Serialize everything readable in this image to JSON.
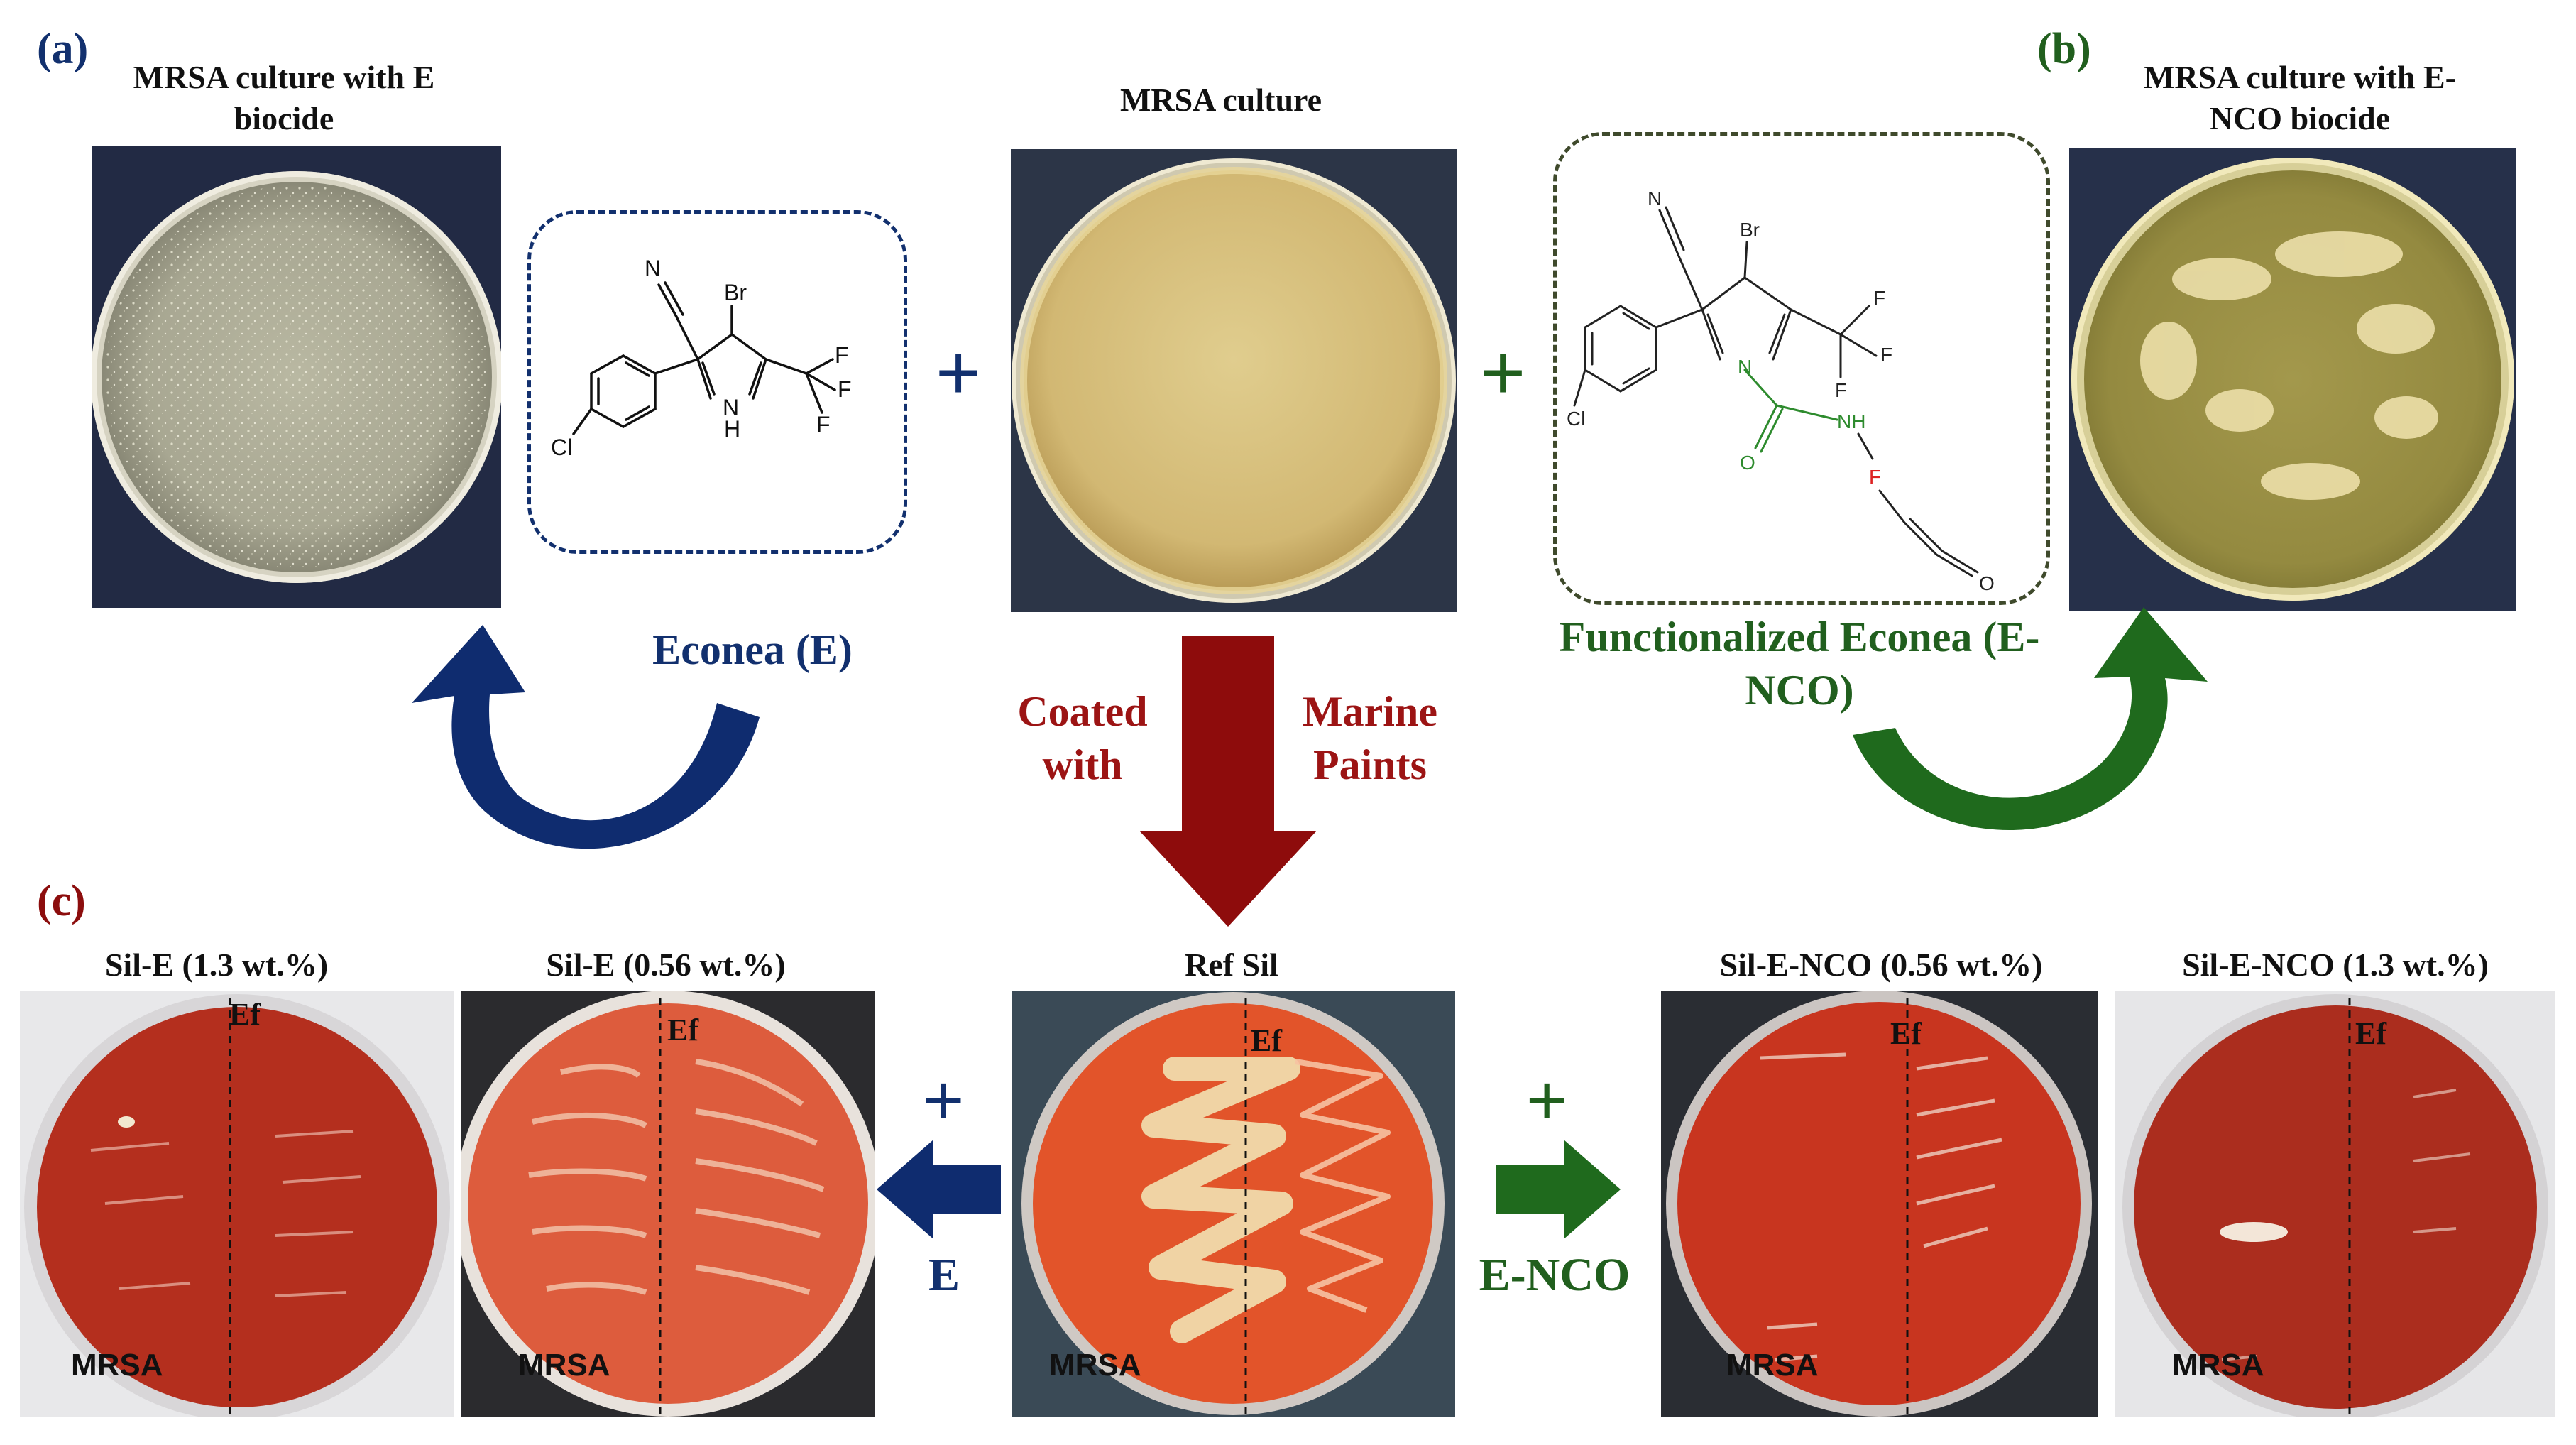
{
  "colors": {
    "navy": "#12306e",
    "green": "#215f1e",
    "darkred": "#8c0d0d",
    "agar_top": "#d9c48a",
    "agar_red": "#b8321f",
    "agar_orange": "#e2562e"
  },
  "panels": {
    "a_label": "(a)",
    "b_label": "(b)",
    "c_label": "(c)"
  },
  "top": {
    "e_biocide_caption": "MRSA culture with E biocide",
    "center_caption": "MRSA culture",
    "enco_caption": "MRSA culture with E-NCO biocide",
    "econea_label": "Econea (E)",
    "functionalized_label": "Functionalized Econea (E-NCO)",
    "plus": "+"
  },
  "structures": {
    "econea": {
      "N": "N",
      "Br": "Br",
      "NH": "N",
      "H": "H",
      "F1": "F",
      "F2": "F",
      "F3": "F",
      "Cl": "Cl"
    },
    "enco": {
      "N": "N",
      "Br": "Br",
      "F1": "F",
      "F2": "F",
      "F3": "F",
      "Cl": "Cl",
      "ring_N": "N",
      "O1": "O",
      "NH": "NH",
      "linker_F": "F",
      "O2": "O"
    }
  },
  "middle": {
    "coated": "Coated with",
    "marine": "Marine Paints"
  },
  "bottom": {
    "plates": [
      {
        "caption": "Sil-E (1.3 wt.%)",
        "ef": "Ef",
        "mrsa": "MRSA"
      },
      {
        "caption": "Sil-E (0.56 wt.%)",
        "ef": "Ef",
        "mrsa": "MRSA"
      },
      {
        "caption": "Ref Sil",
        "ef": "Ef",
        "mrsa": "MRSA"
      },
      {
        "caption": "Sil-E-NCO (0.56 wt.%)",
        "ef": "Ef",
        "mrsa": "MRSA"
      },
      {
        "caption": "Sil-E-NCO (1.3 wt.%)",
        "ef": "Ef",
        "mrsa": "MRSA"
      }
    ],
    "left_arrow_plus": "+",
    "left_arrow_label": "E",
    "right_arrow_plus": "+",
    "right_arrow_label": "E-NCO"
  }
}
